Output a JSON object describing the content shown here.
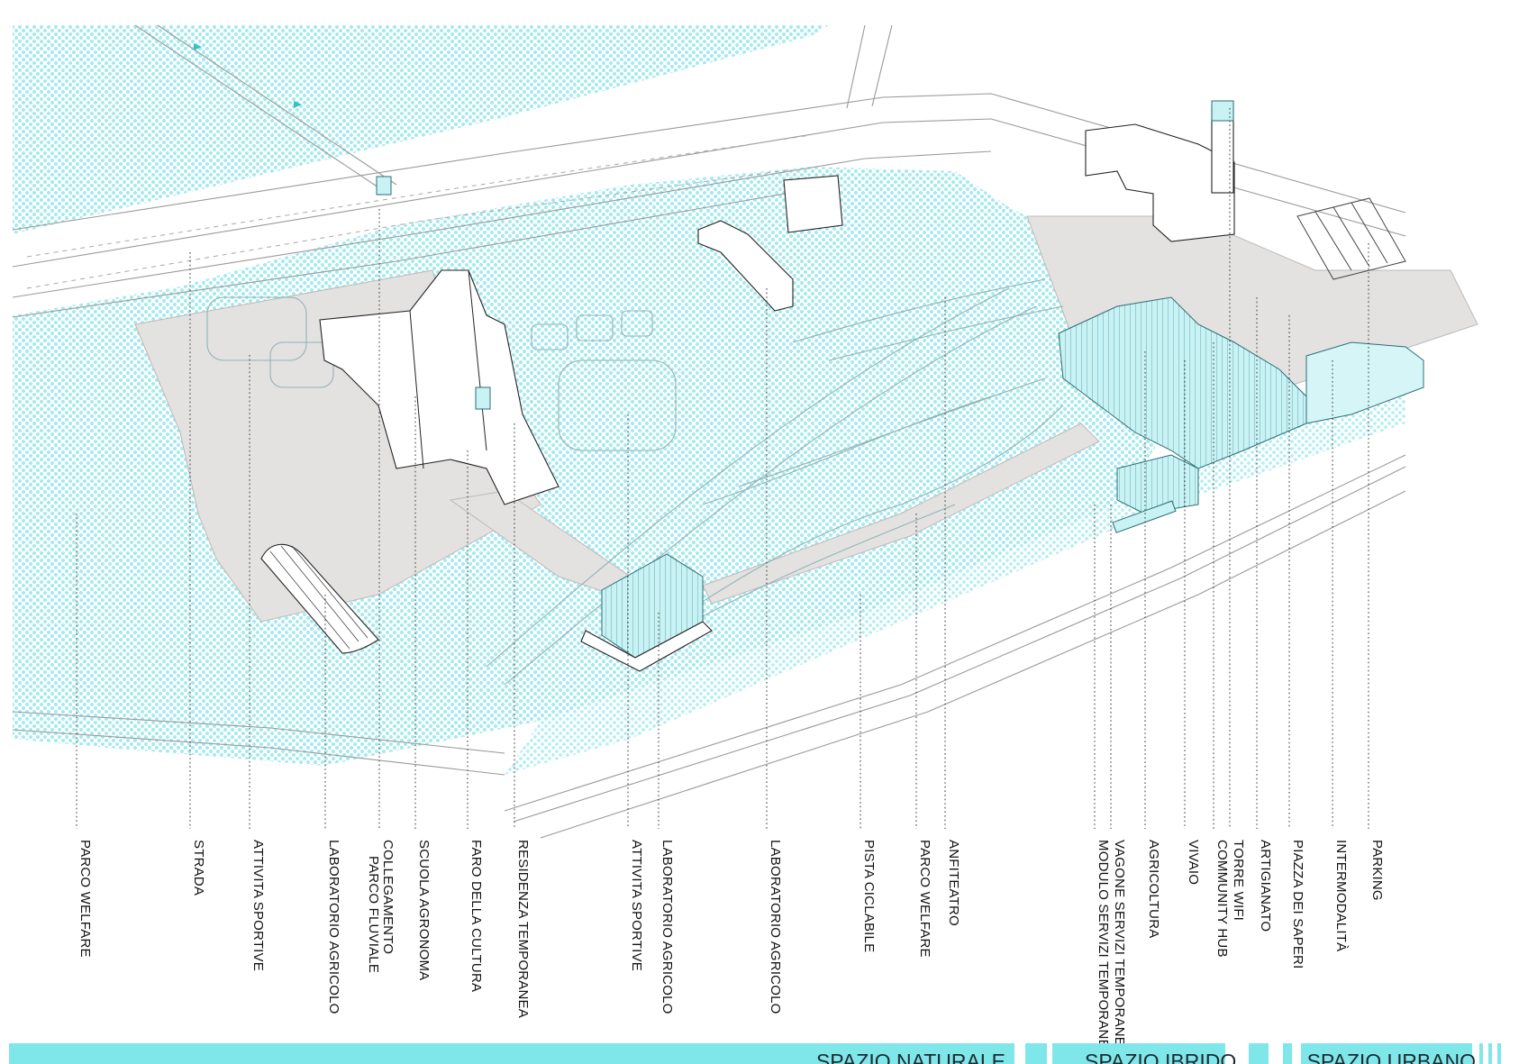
{
  "labels": [
    {
      "id": "parco-welfare-1",
      "text": "PARCO WELFARE"
    },
    {
      "id": "strada",
      "text": "STRADA"
    },
    {
      "id": "attivita-sportive-1",
      "text": "ATTIVITA SPORTIVE"
    },
    {
      "id": "laboratorio-agricolo-1",
      "text": "LABORATORIO AGRICOLO"
    },
    {
      "id": "collegamento",
      "text": "COLLEGAMENTO"
    },
    {
      "id": "parco-fluviale",
      "text": "PARCO FLUVIALE"
    },
    {
      "id": "scuola-agronoma",
      "text": "SCUOLA AGRONOMA"
    },
    {
      "id": "faro-della-cultura",
      "text": "FARO DELLA CULTURA"
    },
    {
      "id": "residenza-temporanea",
      "text": "RESIDENZA TEMPORANEA"
    },
    {
      "id": "attivita-sportive-2",
      "text": "ATTIVITA SPORTIVE"
    },
    {
      "id": "laboratorio-agricolo-2",
      "text": "LABORATORIO AGRICOLO"
    },
    {
      "id": "laboratorio-agricolo-3",
      "text": "LABORATORIO AGRICOLO"
    },
    {
      "id": "pista-ciclabile",
      "text": "PISTA CICLABILE"
    },
    {
      "id": "parco-welfare-2",
      "text": "PARCO WELFARE"
    },
    {
      "id": "anfiteatro",
      "text": "ANFITEATRO"
    },
    {
      "id": "modulo-servizi-temporanei",
      "text": "MODULO SERVIZI TEMPORANEI"
    },
    {
      "id": "vagone-servizi-temporanei",
      "text": "VAGONE SERVIZI TEMPORANEI"
    },
    {
      "id": "agricoltura",
      "text": "AGRICOLTURA"
    },
    {
      "id": "vivaio",
      "text": "VIVAIO"
    },
    {
      "id": "community-hub",
      "text": "COMMUNITY HUB"
    },
    {
      "id": "torre-wifi",
      "text": "TORRE WIFI"
    },
    {
      "id": "artigianato",
      "text": "ARTIGIANATO"
    },
    {
      "id": "piazza-dei-saperi",
      "text": "PIAZZA DEI SAPERI"
    },
    {
      "id": "intermodalita",
      "text": "INTERMODALITÀ"
    },
    {
      "id": "parking",
      "text": "PARKING"
    }
  ],
  "zones": {
    "natural": "SPAZIO NATURALE",
    "hybrid": "SPAZIO IBRIDO",
    "urban": "SPAZIO URBANO"
  },
  "colors": {
    "accent": "#7fe6ea",
    "accent_light": "#c8f2f4",
    "paved": "#e4e1e1"
  }
}
